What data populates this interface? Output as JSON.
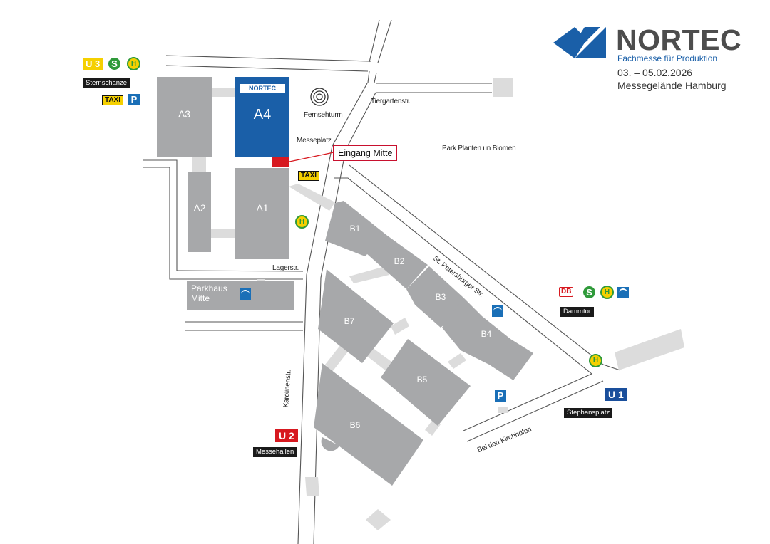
{
  "logo": {
    "brand": "NORTEC",
    "subtitle": "Fachmesse für Produktion",
    "dates": "03. – 05.02.2026",
    "venue": "Messegelände Hamburg"
  },
  "halls": {
    "a1": "A1",
    "a2": "A2",
    "a3": "A3",
    "a4": "A4",
    "a4_badge": "NORTEC",
    "b1": "B1",
    "b2": "B2",
    "b3": "B3",
    "b4": "B4",
    "b5": "B5",
    "b6": "B6",
    "b7": "B7",
    "parkhaus": "Parkhaus\nMitte"
  },
  "entrance": "Eingang Mitte",
  "labels": {
    "fernsehturm": "Fernsehturm",
    "messeplatz": "Messeplatz",
    "tiergartenstr": "Tiergartenstr.",
    "park": "Park Planten un Blomen",
    "lagerstr": "Lagerstr.",
    "st_petersburger": "St. Petersburger Str.",
    "karolinenstr": "Karolinenstr.",
    "bei_den_kirchhoefen": "Bei den Kirchhöfen"
  },
  "stations": {
    "sternschanze": "Sternschanze",
    "dammtor": "Dammtor",
    "messehallen": "Messehallen",
    "stephansplatz": "Stephansplatz"
  },
  "transit": {
    "u3": "U 3",
    "u2": "U 2",
    "u1": "U 1",
    "s": "S",
    "h": "H",
    "taxi": "TAXI",
    "db": "DB",
    "p": "P"
  },
  "colors": {
    "hall_grey": "#a7a8aa",
    "walkway": "#dcdcdc",
    "road": "#555555",
    "hall_a4": "#1a5fa8",
    "entrance": "#d71920"
  }
}
